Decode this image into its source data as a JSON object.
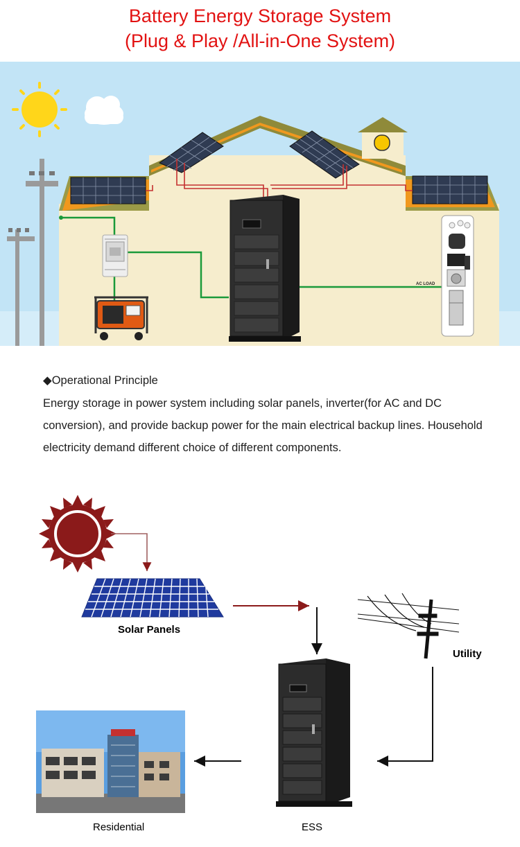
{
  "title": {
    "line1": "Battery Energy Storage System",
    "line2": "(Plug & Play /All-in-One System)"
  },
  "hero": {
    "ac_load_label": "AC LOAD",
    "colors": {
      "sky": "#bfe3f6",
      "wall": "#f5eccc",
      "roof": "#8f8a3a",
      "green_wire": "#1a9a3a",
      "red_wire": "#c43030"
    }
  },
  "principle": {
    "heading": "◆Operational Principle",
    "body": "Energy storage in power system including solar panels, inverter(for AC and DC conversion), and provide backup power for the main electrical backup lines. Household electricity demand different choice of different components."
  },
  "flow": {
    "solar_label": "Solar Panels",
    "utility_label": "Utility",
    "ess_label": "ESS",
    "residential_label": "Residential",
    "colors": {
      "sun": "#8b1a1a",
      "panel": "#1f3a9e",
      "arrow_red": "#8b1a1a",
      "arrow_black": "#111111"
    }
  }
}
